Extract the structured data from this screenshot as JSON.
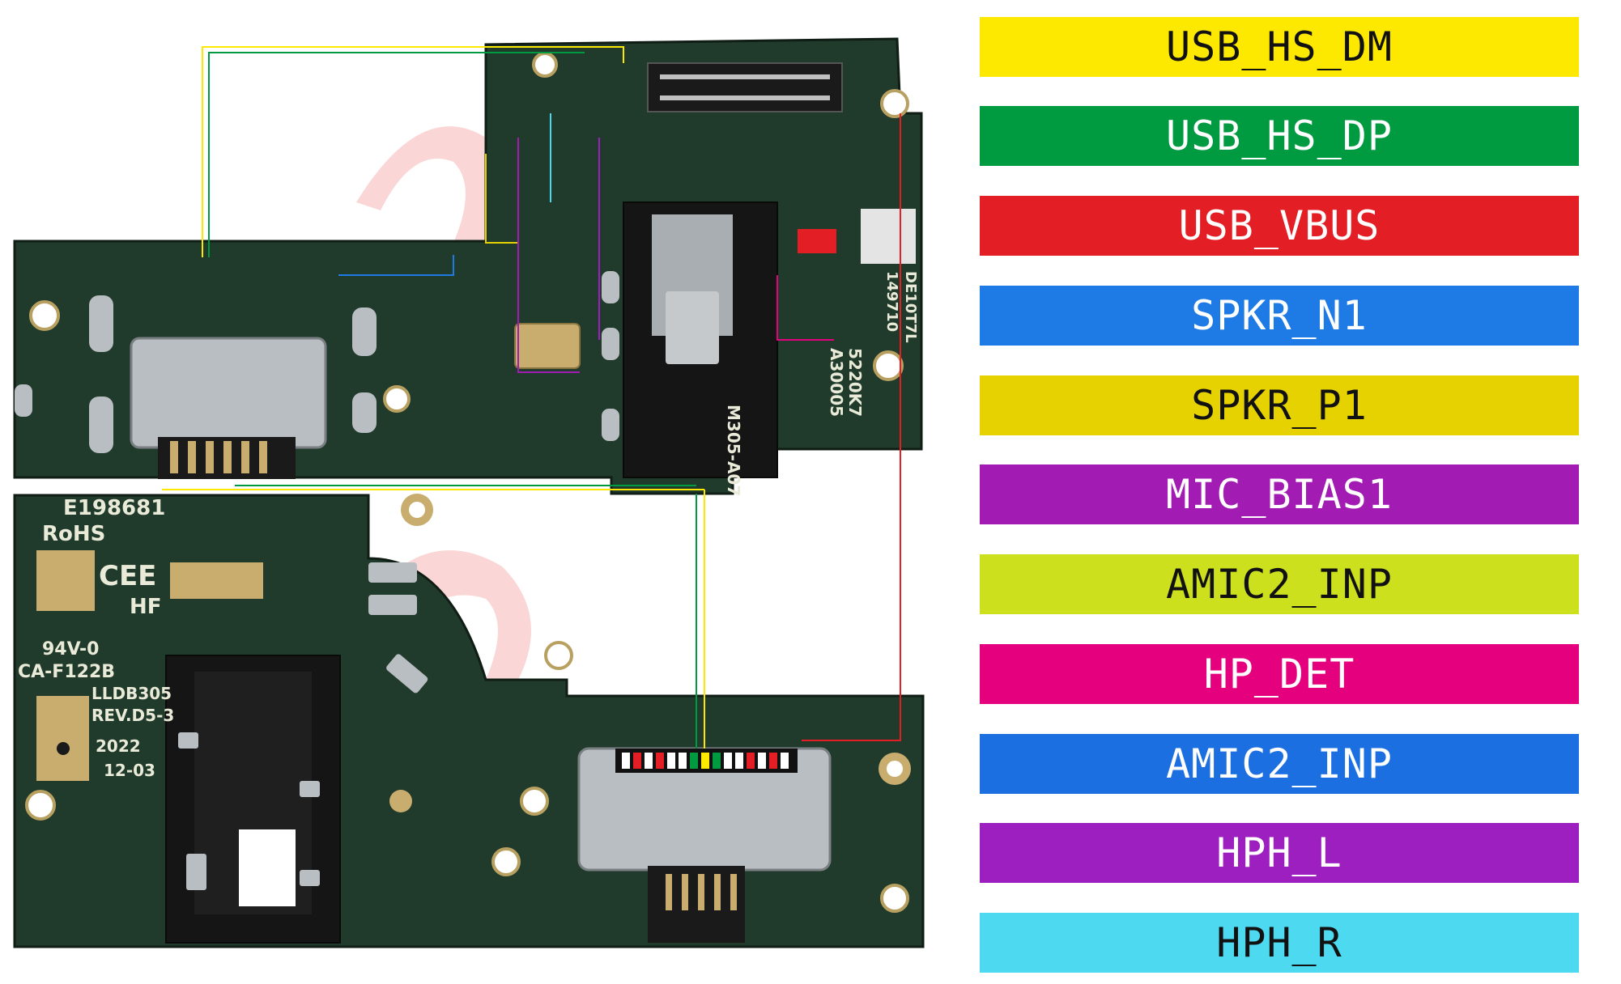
{
  "board": {
    "markings_bottom": {
      "cert": "E198681",
      "rohs": "RoHS",
      "ce": "CEE",
      "hf": "HF",
      "flame": "94V-0",
      "ul": "CA-F122B",
      "pcb_id": "LLDB305",
      "rev": "REV.D5-3",
      "year": "2022",
      "date": "12-03"
    },
    "markings_top": {
      "m305": "M305-A07",
      "model": "5220K7",
      "code": "A30005",
      "dat": "DE10T7L",
      "batch": "149710"
    }
  },
  "legend": [
    {
      "label": "USB_HS_DM",
      "color": "#fde800",
      "text_color": "#111111"
    },
    {
      "label": "USB_HS_DP",
      "color": "#009a40",
      "text_color": "#ffffff"
    },
    {
      "label": "USB_VBUS",
      "color": "#e31e24",
      "text_color": "#ffffff"
    },
    {
      "label": "SPKR_N1",
      "color": "#1e7be6",
      "text_color": "#ffffff"
    },
    {
      "label": "SPKR_P1",
      "color": "#e6d200",
      "text_color": "#111111"
    },
    {
      "label": "MIC_BIAS1",
      "color": "#a21cb4",
      "text_color": "#ffffff"
    },
    {
      "label": "AMIC2_INP",
      "color": "#cde01e",
      "text_color": "#111111"
    },
    {
      "label": "HP_DET",
      "color": "#e5007e",
      "text_color": "#ffffff"
    },
    {
      "label": "AMIC2_INP",
      "color": "#1b6fe0",
      "text_color": "#ffffff"
    },
    {
      "label": "HPH_L",
      "color": "#9e1fc0",
      "text_color": "#ffffff"
    },
    {
      "label": "HPH_R",
      "color": "#4dd9ef",
      "text_color": "#111111"
    }
  ],
  "colors": {
    "pcb": "#203a2b",
    "pcb_dark": "#162a1f",
    "metal": "#b9bec2",
    "pad": "#c9ad6e",
    "background": "#ffffff"
  }
}
